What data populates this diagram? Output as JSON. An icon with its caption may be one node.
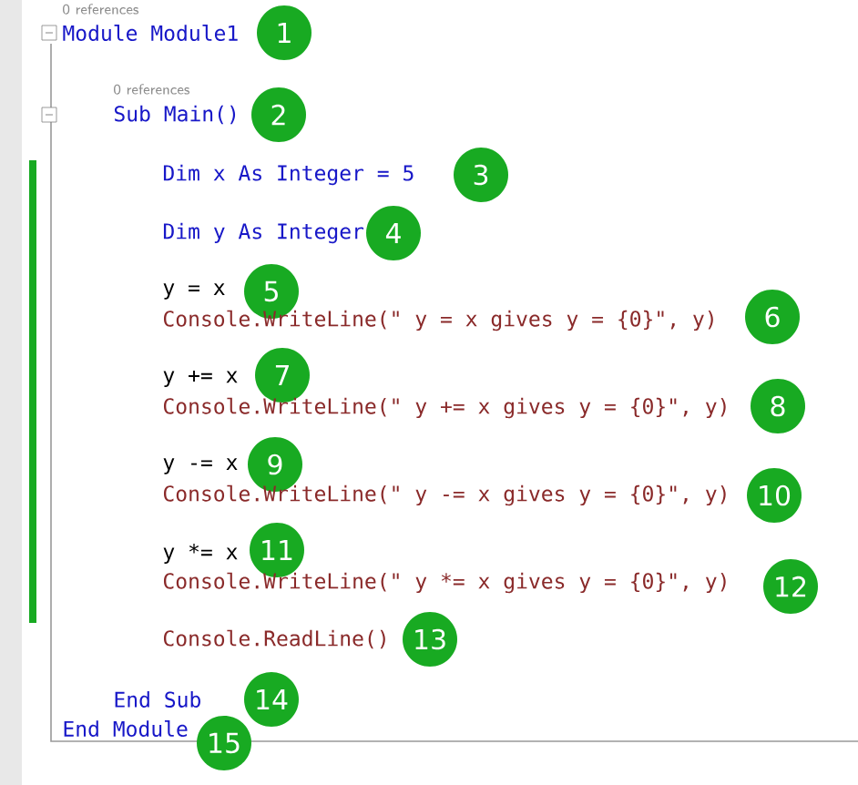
{
  "diagram": {
    "nodes": [
      {
        "text": [
          "1"
        ]
      },
      {
        "text": [
          "2"
        ]
      },
      {
        "text": [
          "3"
        ]
      },
      {
        "text": [
          "4"
        ]
      },
      {
        "text": [
          "5"
        ]
      },
      {
        "text": [
          "6"
        ]
      },
      {
        "text": [
          "7"
        ]
      },
      {
        "text": [
          "8"
        ]
      },
      {
        "text": [
          "9"
        ]
      },
      {
        "text": [
          "10"
        ]
      },
      {
        "text": [
          "11"
        ]
      },
      {
        "text": [
          "12"
        ]
      },
      {
        "text": [
          "13"
        ]
      },
      {
        "text": [
          "14"
        ]
      },
      {
        "text": [
          "15"
        ]
      }
    ],
    "labels": [
      "0 references",
      "Module Module1",
      "0 references",
      "Sub Main()",
      "Dim x As Integer = 5",
      "Dim y As Integer",
      "y = x",
      "Console.WriteLine(\" y = x gives y = {0}\", y)",
      "y += x",
      "Console.WriteLine(\" y += x gives y = {0}\", y)",
      "y -= x",
      "Console.WriteLine(\" y -= x gives y = {0}\", y)",
      "y *= x",
      "Console.WriteLine(\" y *= x gives y = {0}\", y)",
      "Console.ReadLine()",
      "End Sub",
      "End Module"
    ]
  }
}
